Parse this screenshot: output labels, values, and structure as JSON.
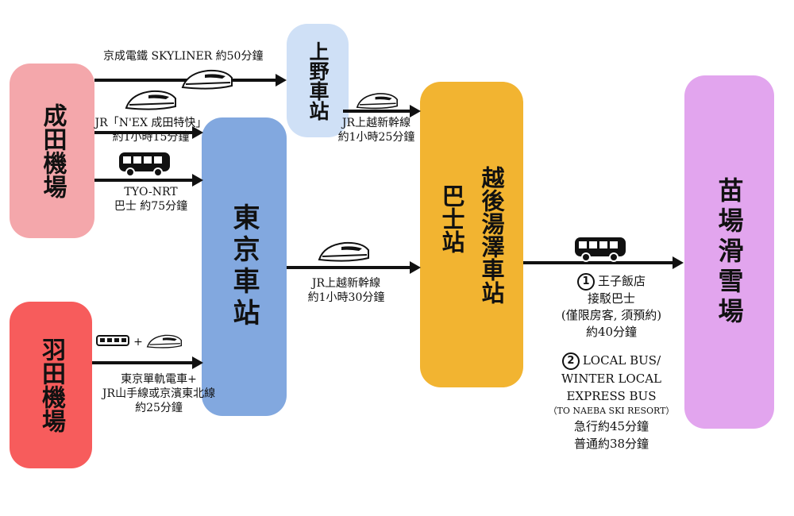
{
  "nodes": {
    "narita": "成田機場",
    "haneda": "羽田機場",
    "ueno": "上野車站",
    "tokyo": "東京車站",
    "echigo_a": "越後湯澤車站",
    "echigo_b": "巴士站",
    "naeba": "苗場滑雪場"
  },
  "routes": {
    "skyliner": "京成電鐵 SKYLINER 約50分鐘",
    "nex_line1": "JR「N'EX 成田特快」",
    "nex_line2": "約1小時15分鐘",
    "bus_line1": "TYO-NRT",
    "bus_line2": "巴士  約75分鐘",
    "ueno_shinkansen_line1": "JR上越新幹線",
    "ueno_shinkansen_line2": "約1小時25分鐘",
    "tokyo_shinkansen_line1": "JR上越新幹線",
    "tokyo_shinkansen_line2": "約1小時30分鐘",
    "haneda_plus": "+",
    "haneda_line1": "東京單軌電車+",
    "haneda_line2": "JR山手線或京濱東北線",
    "haneda_line3": "約25分鐘"
  },
  "naeba_options": {
    "opt1_num": "1",
    "opt1_line1": "王子飯店",
    "opt1_line2": "接駁巴士",
    "opt1_line3": "(僅限房客, 須預約)",
    "opt1_line4": "約40分鐘",
    "opt2_num": "2",
    "opt2_line1": "LOCAL BUS/",
    "opt2_line2": "WINTER LOCAL",
    "opt2_line3": "EXPRESS BUS",
    "opt2_line4": "（TO NAEBA SKI RESORT）",
    "opt2_line5": "急行約45分鐘",
    "opt2_line6": "普通約38分鐘"
  },
  "icons": {
    "train": "shinkansen-icon",
    "bus": "bus-icon",
    "monorail": "monorail-icon"
  },
  "colors": {
    "narita": "#f4a7ab",
    "haneda": "#f75c5c",
    "ueno": "#cfe0f6",
    "tokyo": "#82a8df",
    "echigo": "#f2b431",
    "naeba": "#e2a5ee"
  }
}
